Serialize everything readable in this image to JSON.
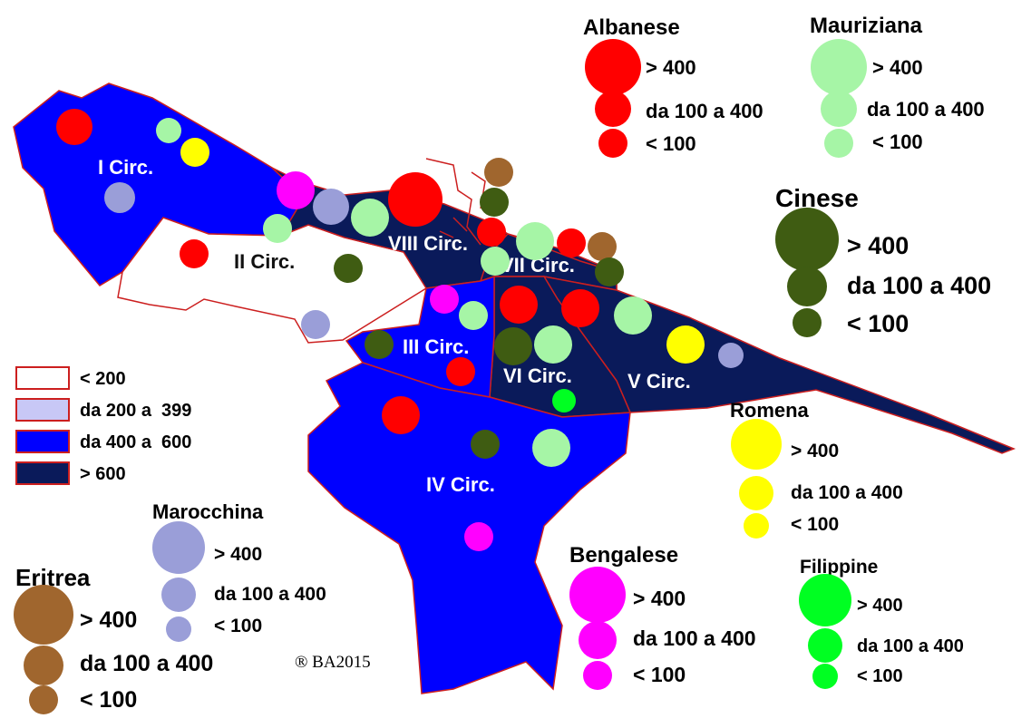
{
  "colors": {
    "lt200": "#ffffff",
    "d200_399": "#c8c8f6",
    "d400_600": "#0000ff",
    "gt600": "#0a1a5a",
    "boundary": "#cc1f1f",
    "albanese": "#ff0000",
    "mauriziana": "#a6f5a6",
    "cinese": "#3f5c12",
    "romena": "#ffff00",
    "bengalese": "#ff00ff",
    "filippine": "#00ff22",
    "marocchina": "#9a9ed8",
    "eritrea": "#a0662e"
  },
  "density_legend": [
    {
      "label": "< 200",
      "color_key": "lt200"
    },
    {
      "label": "da 200 a  399",
      "color_key": "d200_399"
    },
    {
      "label": "da 400 a  600",
      "color_key": "d400_600"
    },
    {
      "label": "> 600",
      "color_key": "gt600"
    }
  ],
  "size_labels": [
    "> 400",
    "da 100 a 400",
    "< 100"
  ],
  "nationalities": [
    {
      "id": "albanese",
      "title": "Albanese"
    },
    {
      "id": "mauriziana",
      "title": "Mauriziana"
    },
    {
      "id": "cinese",
      "title": "Cinese"
    },
    {
      "id": "romena",
      "title": "Romena"
    },
    {
      "id": "bengalese",
      "title": "Bengalese"
    },
    {
      "id": "filippine",
      "title": "Filippine"
    },
    {
      "id": "marocchina",
      "title": "Marocchina"
    },
    {
      "id": "eritrea",
      "title": "Eritrea"
    }
  ],
  "districts": [
    {
      "id": "I",
      "label": "I Circ.",
      "density": "d400_600"
    },
    {
      "id": "II",
      "label": "II Circ.",
      "density": "lt200"
    },
    {
      "id": "III",
      "label": "III Circ.",
      "density": "d400_600"
    },
    {
      "id": "IV",
      "label": "IV Circ.",
      "density": "d400_600"
    },
    {
      "id": "V",
      "label": "V Circ.",
      "density": "gt600"
    },
    {
      "id": "VI",
      "label": "VI Circ.",
      "density": "gt600"
    },
    {
      "id": "VII",
      "label": "VII Circ.",
      "density": "gt600"
    },
    {
      "id": "VIII",
      "label": "VIII Circ.",
      "density": "gt600"
    }
  ],
  "copyright": "® BA2015"
}
